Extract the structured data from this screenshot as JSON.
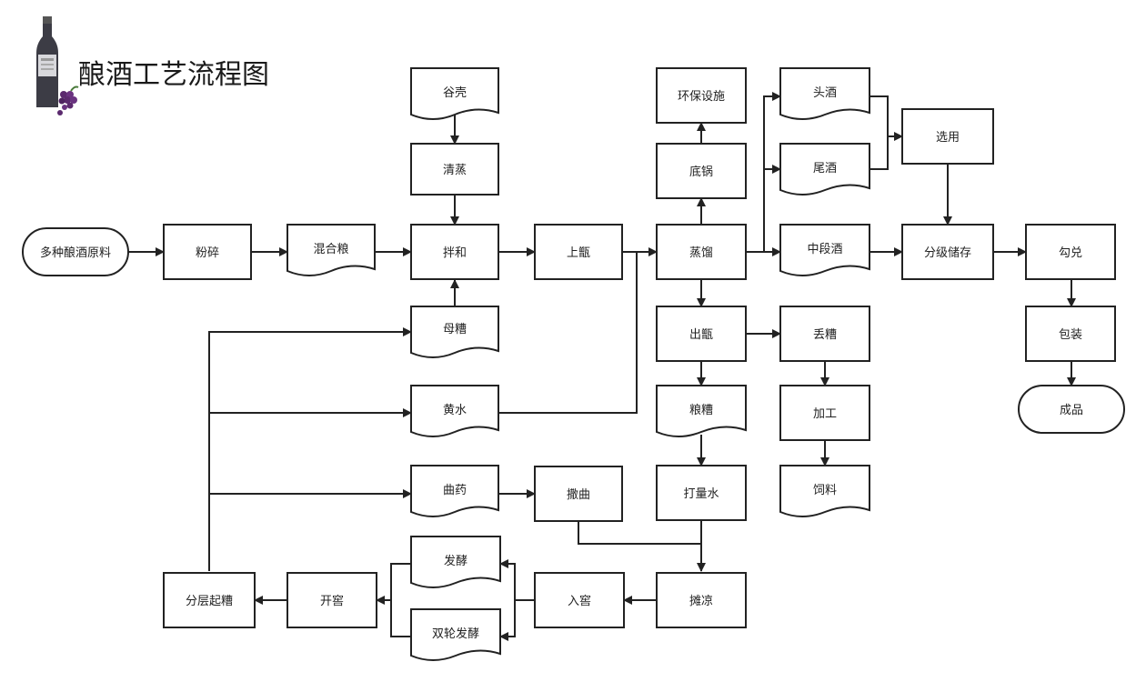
{
  "title": "酿酒工艺流程图",
  "icons": {
    "logo": "wine-bottle-with-grapes-icon"
  },
  "colors": {
    "line": "#222222",
    "fill": "#ffffff",
    "bottle": "#3c3c45",
    "grapes": "#5b2a6e"
  },
  "nodes": {
    "raw": "多种酿酒原料",
    "crush": "粉碎",
    "mixed_grain": "混合粮",
    "husk": "谷壳",
    "steam_clean": "清蒸",
    "mix": "拌和",
    "mother_grain": "母糟",
    "load_still": "上甑",
    "distill": "蒸馏",
    "bottom_pot": "底锅",
    "env_facility": "环保设施",
    "head_liquor": "头酒",
    "tail_liquor": "尾酒",
    "middle_liquor": "中段酒",
    "select": "选用",
    "grade_store": "分级储存",
    "blend": "勾兑",
    "package": "包装",
    "product": "成品",
    "unload_still": "出甑",
    "discard_grain": "丢糟",
    "process": "加工",
    "feed": "饲料",
    "grain_residue": "粮糟",
    "yellow_water": "黄水",
    "koji": "曲药",
    "spread_koji": "撒曲",
    "add_water": "打量水",
    "cool": "摊凉",
    "into_cellar": "入窖",
    "ferment": "发酵",
    "double_ferment": "双轮发酵",
    "open_cellar": "开窖",
    "layered_grain": "分层起糟"
  }
}
